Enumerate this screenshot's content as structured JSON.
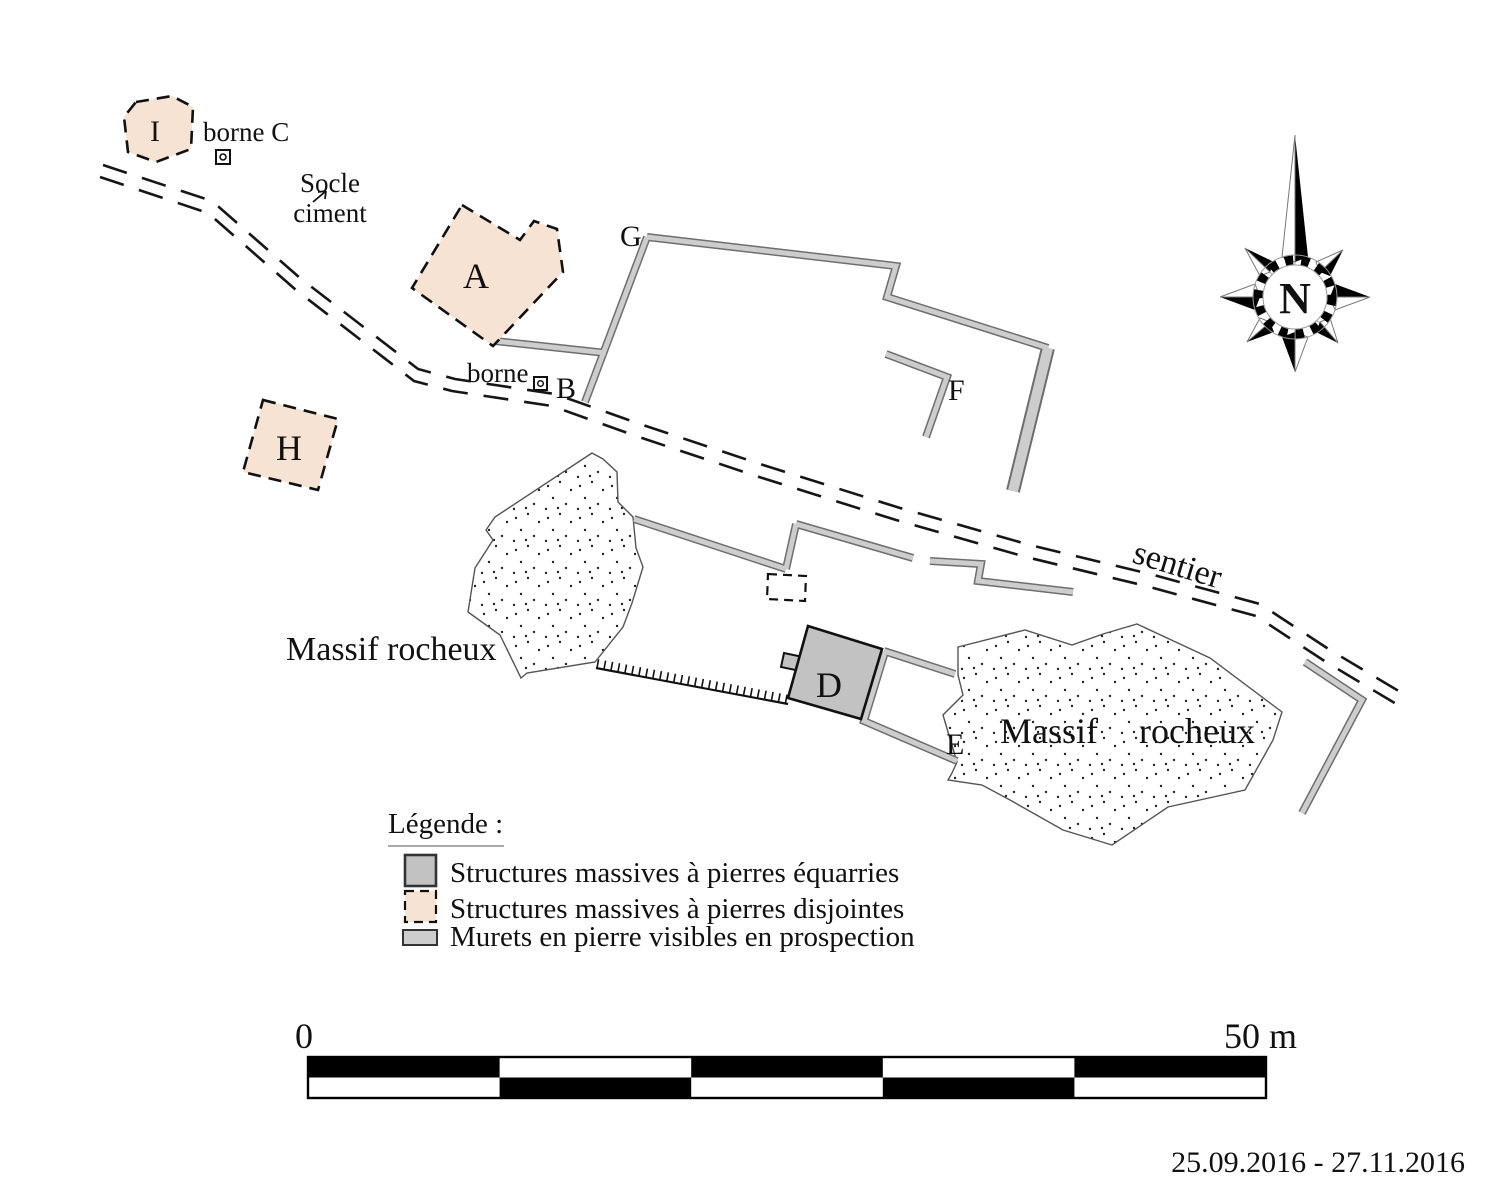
{
  "map_labels": {
    "structure_a": "A",
    "structure_b": "B",
    "structure_d": "D",
    "structure_e": "E",
    "structure_f": "F",
    "structure_g": "G",
    "structure_h": "H",
    "structure_i": "I",
    "borne_b": "borne",
    "borne_c": "borne C",
    "socle_line1": "Socle",
    "socle_line2": "ciment",
    "massif_left": "Massif rocheux",
    "massif_right": "Massif rocheux",
    "sentier": "sentier"
  },
  "compass": {
    "north_label": "N"
  },
  "legend": {
    "title": "Légende :",
    "items": [
      {
        "swatch": "solid-gray-square",
        "label": "Structures massives à pierres équarries"
      },
      {
        "swatch": "dashed-pink-square",
        "label": "Structures massives à pierres disjointes"
      },
      {
        "swatch": "gray-bar",
        "label": "Murets en pierre visibles en prospection"
      }
    ]
  },
  "scale_bar": {
    "start_label": "0",
    "end_label": "50 m",
    "segments": 5
  },
  "footer": {
    "date_range": "25.09.2016 - 27.11.2016"
  },
  "colors": {
    "structure_fill_pink": "#f6e3d3",
    "massive_structure_gray": "#c2c2c2",
    "wall_gray": "#cdcdcd",
    "ink": "#111111"
  }
}
